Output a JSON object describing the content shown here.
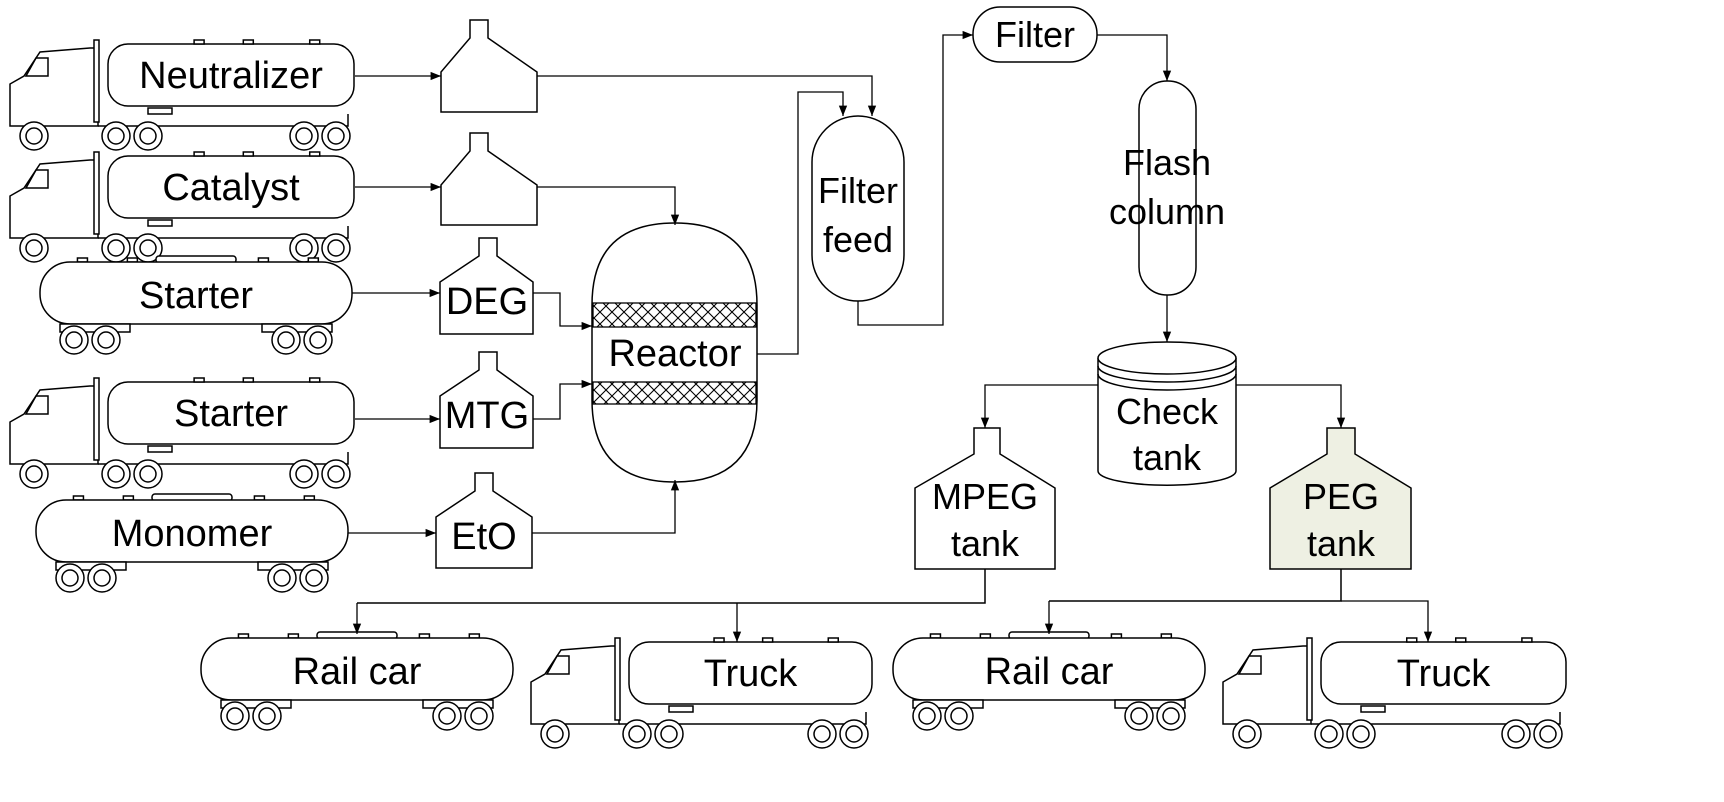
{
  "units": {
    "neutralizer_truck": "Neutralizer",
    "catalyst_truck": "Catalyst",
    "starter_railcar": "Starter",
    "starter_truck": "Starter",
    "monomer_railcar": "Monomer",
    "deg_tank": "DEG",
    "mtg_tank": "MTG",
    "eto_tank": "EtO",
    "reactor": "Reactor",
    "filter_feed": [
      "Filter",
      "feed"
    ],
    "filter": "Filter",
    "flash_column": [
      "Flash",
      "column"
    ],
    "check_tank": [
      "Check",
      "tank"
    ],
    "mpeg_tank": [
      "MPEG",
      "tank"
    ],
    "peg_tank": [
      "PEG",
      "tank"
    ],
    "mpeg_railcar": "Rail car",
    "mpeg_truck": "Truck",
    "peg_railcar": "Rail car",
    "peg_truck": "Truck"
  },
  "colors": {
    "line": "#000000",
    "fill": "#ffffff",
    "peg_tank_fill": "#eef0e3"
  }
}
